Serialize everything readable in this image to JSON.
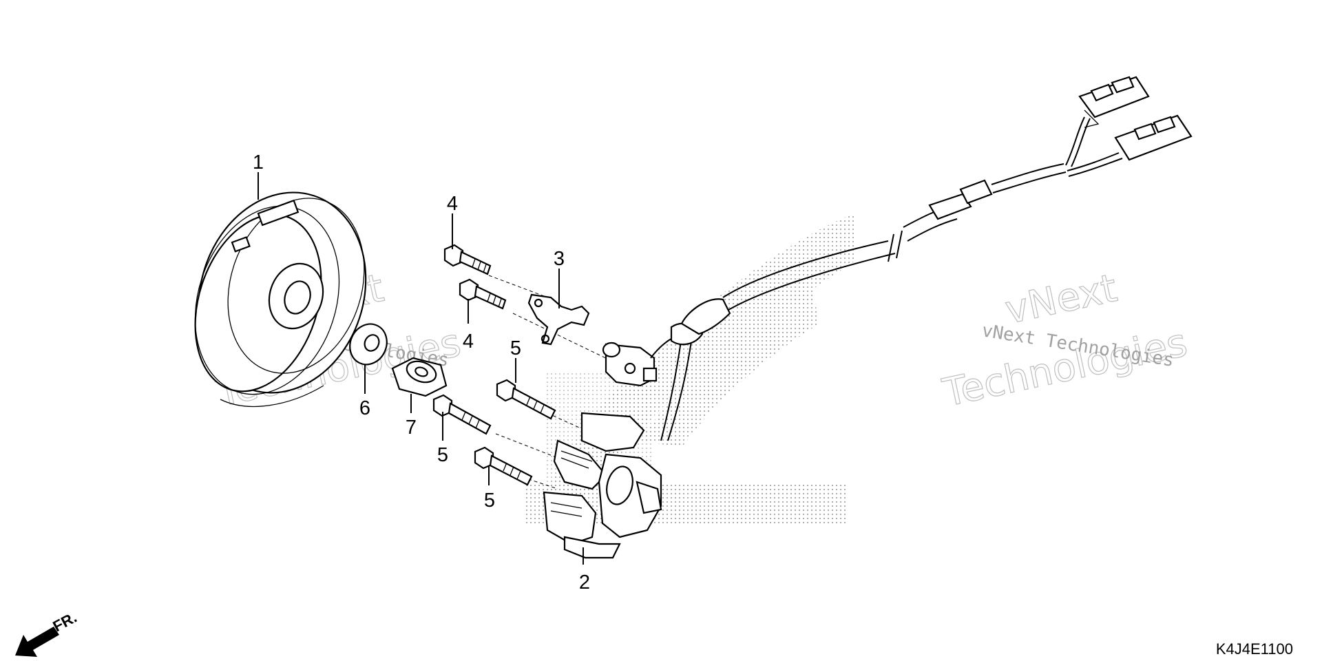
{
  "diagram_code": "K4J4E1100",
  "direction_label": "FR.",
  "watermark_text": "vNext Technologies",
  "watermark_line1": "vNext",
  "watermark_line2": "Technologies",
  "callouts": [
    {
      "id": "c1",
      "label": "1"
    },
    {
      "id": "c2",
      "label": "2"
    },
    {
      "id": "c3",
      "label": "3"
    },
    {
      "id": "c4a",
      "label": "4"
    },
    {
      "id": "c4b",
      "label": "4"
    },
    {
      "id": "c5a",
      "label": "5"
    },
    {
      "id": "c5b",
      "label": "5"
    },
    {
      "id": "c5c",
      "label": "5"
    },
    {
      "id": "c6",
      "label": "6"
    },
    {
      "id": "c7",
      "label": "7"
    }
  ]
}
